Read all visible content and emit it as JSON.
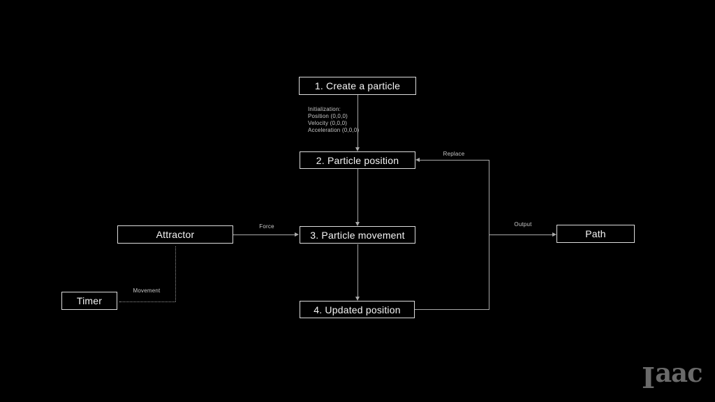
{
  "diagram": {
    "nodes": {
      "create_particle": {
        "label": "1. Create a particle"
      },
      "particle_position": {
        "label": "2. Particle position"
      },
      "particle_movement": {
        "label": "3. Particle movement"
      },
      "updated_position": {
        "label": "4. Updated position"
      },
      "attractor": {
        "label": "Attractor"
      },
      "timer": {
        "label": "Timer"
      },
      "path": {
        "label": "Path"
      }
    },
    "edge_labels": {
      "initialization": [
        "Initialization:",
        "Position (0,0,0)",
        "Velocity (0,0,0)",
        "Acceleration (0,0,0)"
      ],
      "replace": "Replace",
      "force": "Force",
      "output": "Output",
      "movement": "Movement"
    },
    "colors": {
      "background": "#000000",
      "box_border": "#dcdcdc",
      "box_text": "#f5f5f5",
      "connector_line": "#a9a9a9",
      "label_text": "#c8c8c8",
      "logo": "#6a6a6a"
    }
  },
  "logo": {
    "initial": "I",
    "rest": "aac"
  }
}
